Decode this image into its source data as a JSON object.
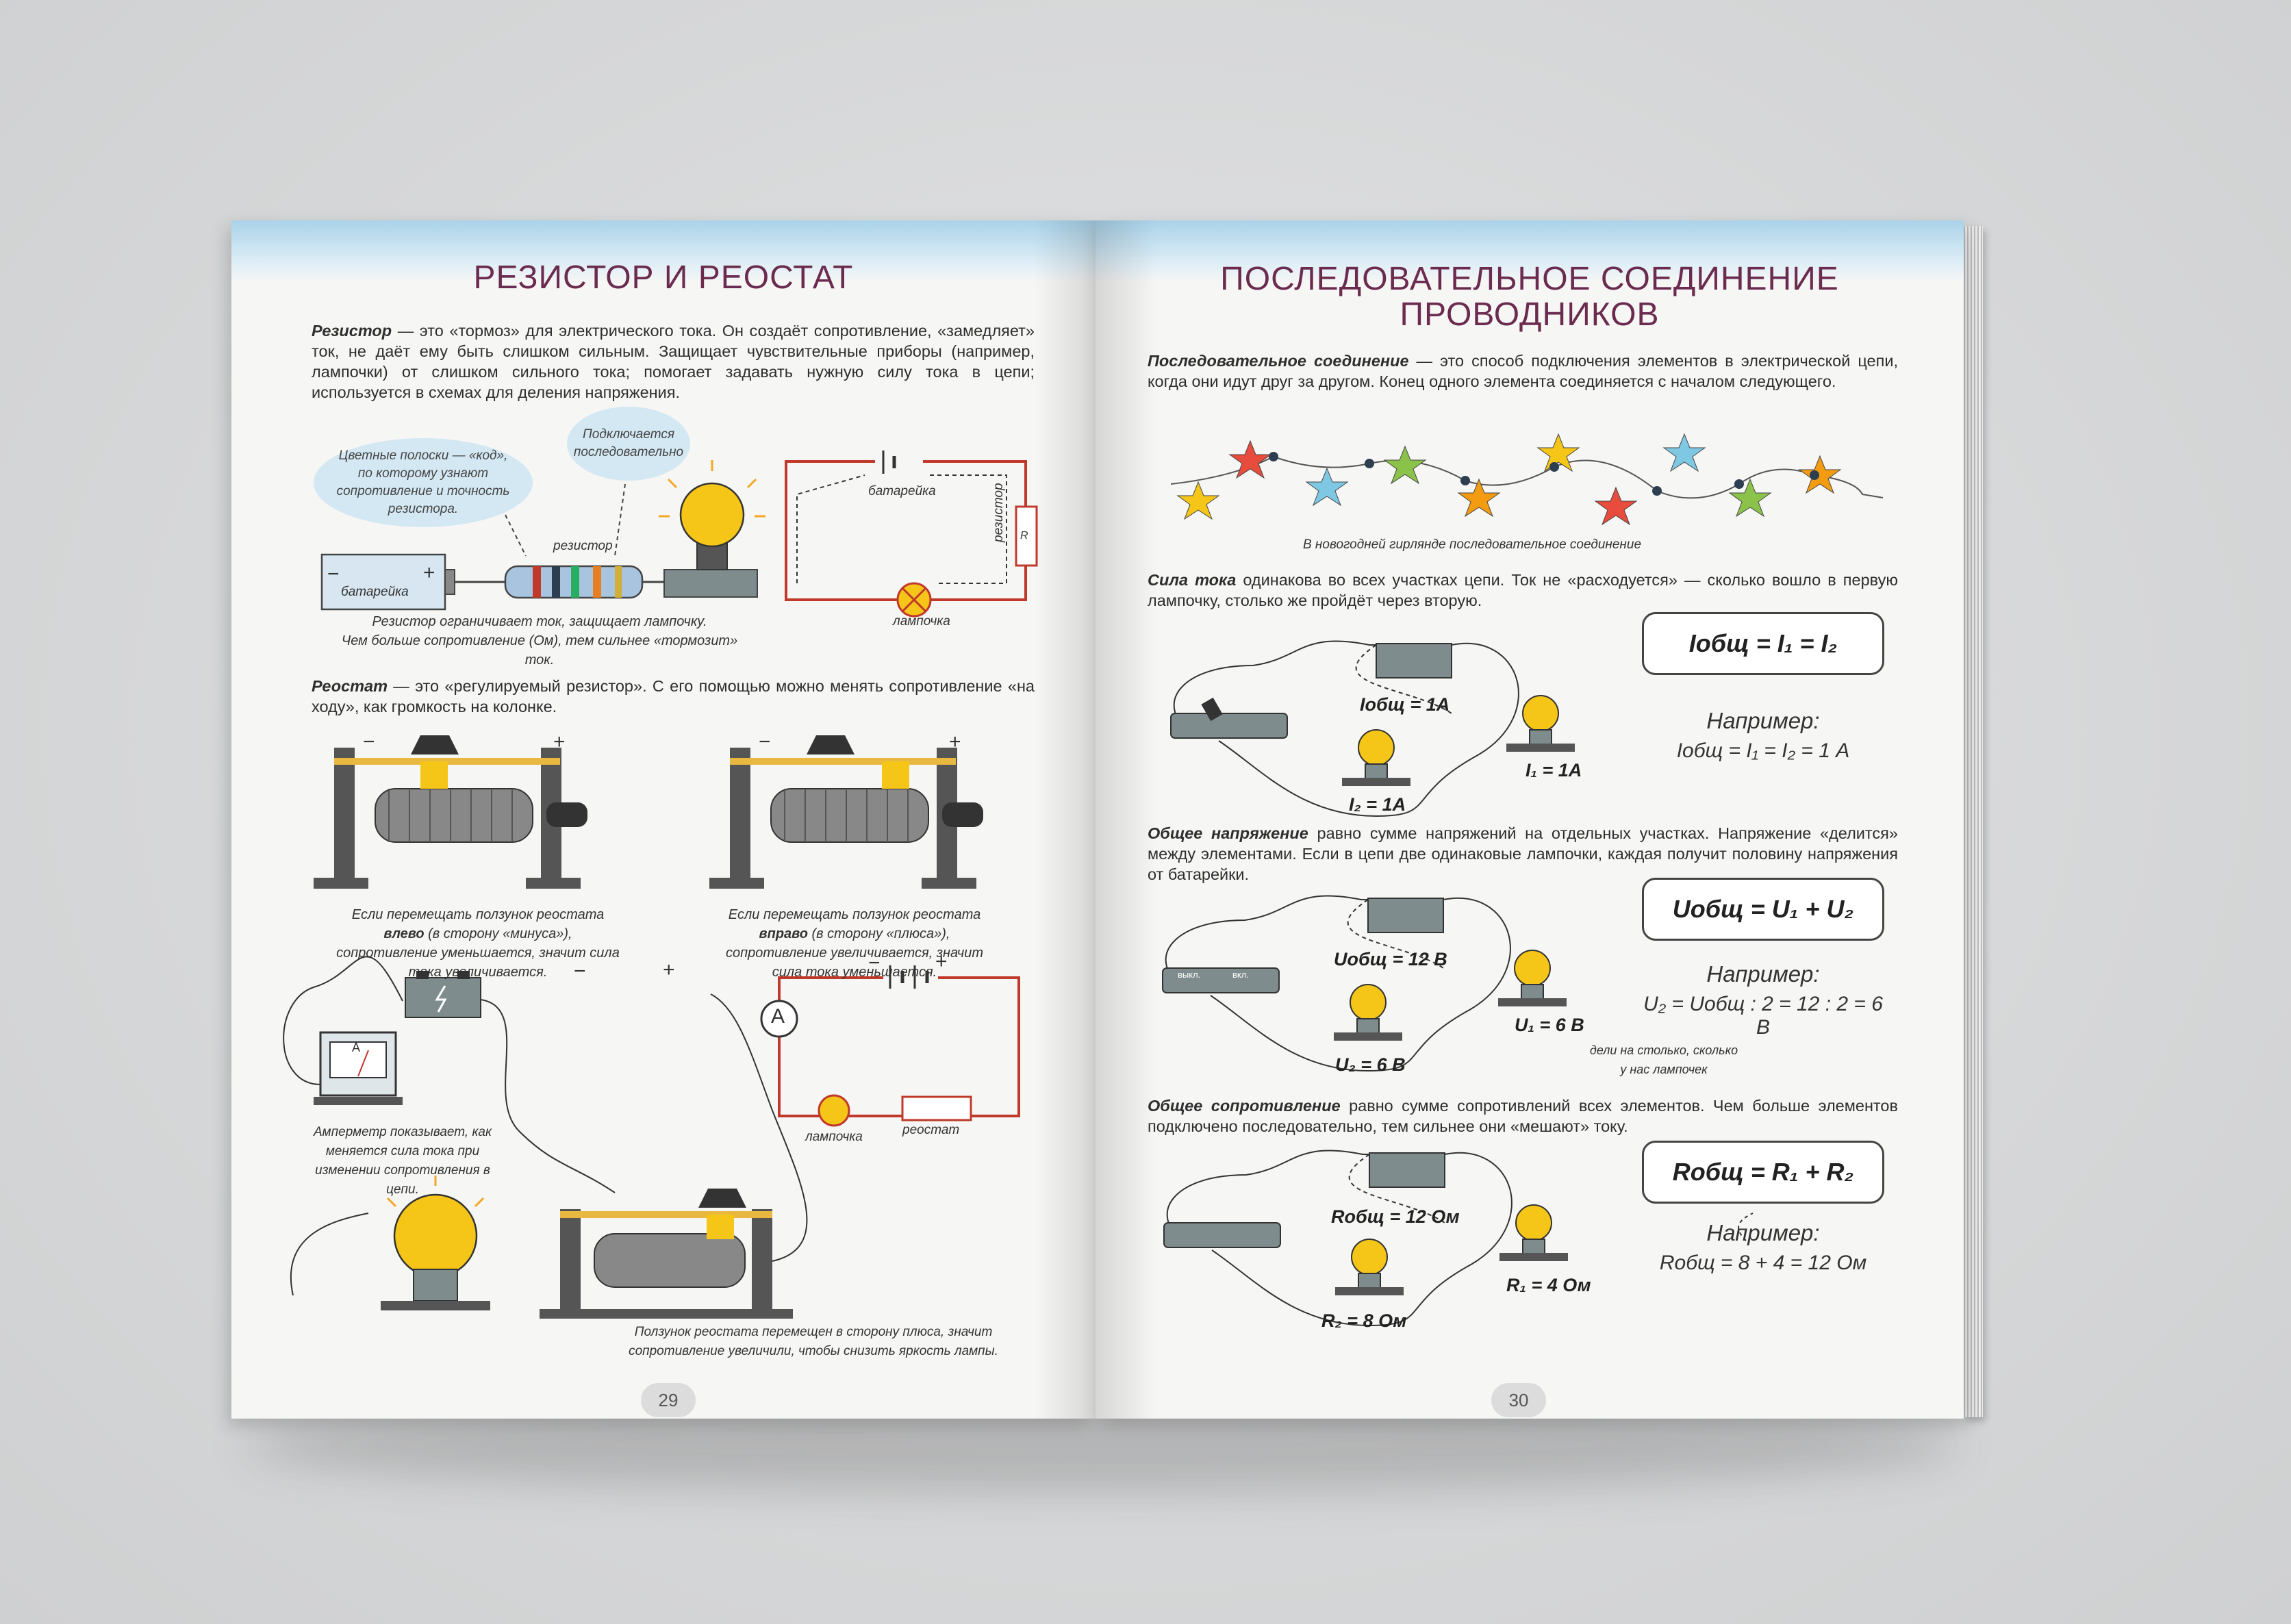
{
  "left_page": {
    "title": "РЕЗИСТОР И РЕОСТАТ",
    "resistor_term": "Резистор",
    "resistor_text": " — это «тормоз» для электрического тока. Он создаёт сопротивление, «замедляет» ток, не даёт ему быть слишком сильным. Защищает чувствительные приборы (например, лампочки) от слишком сильного тока; помогает задавать нужную силу тока в цепи; используется в схемах для деления напряжения.",
    "bubble_code": "Цветные полоски — «код», по которому узнают сопротивление и точность резистора.",
    "bubble_series": "Подключается последовательно",
    "label_battery": "батарейка",
    "label_resistor": "резистор",
    "label_battery2": "батарейка",
    "label_resistor2": "резистор",
    "label_r": "R",
    "label_lamp": "лампочка",
    "resistor_caption_1": "Резистор ограничивает ток, защищает лампочку.",
    "resistor_caption_2": "Чем больше сопротивление (Ом), тем сильнее «тормозит» ток.",
    "rheostat_term": "Реостат",
    "rheostat_text": " — это «регулируемый резистор». С его помощью можно менять сопротивление «на ходу», как громкость на колонке.",
    "caption_left_1": "Если перемещать ползунок реостата ",
    "caption_left_bold": "влево",
    "caption_left_2": " (в сторону «минуса»), сопротивление уменьшается, значит сила тока увеличивается.",
    "caption_right_1": "Если перемещать ползунок реостата ",
    "caption_right_bold": "вправо",
    "caption_right_2": " (в сторону «плюса»), сопротивление увеличивается, значит сила тока уменьшается.",
    "ammeter_caption": "Амперметр показывает, как меняется сила тока при изменении сопротивления в цепи.",
    "label_lamp2": "лампочка",
    "label_rheostat": "реостат",
    "ammeter_letter": "A",
    "slider_caption": "Ползунок реостата перемещен в сторону плюса, значит сопротивление увеличили, чтобы снизить яркость лампы.",
    "minus": "−",
    "plus": "+",
    "page_number": "29"
  },
  "right_page": {
    "title_line1": "ПОСЛЕДОВАТЕЛЬНОЕ СОЕДИНЕНИЕ",
    "title_line2": "ПРОВОДНИКОВ",
    "intro_term": "Последовательное соединение",
    "intro_text": " — это способ подключения элементов в электрической цепи, когда они идут друг за другом. Конец одного элемента соединяется с началом следующего.",
    "garland_caption": "В новогодней гирлянде последовательное соединение",
    "current_term": "Сила тока",
    "current_text": " одинакова во всех участках цепи. Ток не «расходуется» — сколько вошло в первую лампочку, столько же пройдёт через вторую.",
    "formula_current": "Iобщ = I₁ = I₂",
    "example_label": "Например:",
    "example_current": "Iобщ = I₁ = I₂ = 1 А",
    "current_total": "Iобщ = 1А",
    "current_i1": "I₁ = 1А",
    "current_i2": "I₂ = 1А",
    "voltage_term": "Общее напряжение",
    "voltage_text": " равно сумме напряжений на отдельных участках. Напряжение «делится» между элементами. Если в цепи две одинаковые лампочки, каждая получит половину напряжения от батарейки.",
    "formula_voltage": "Uобщ = U₁ + U₂",
    "example_voltage": "U₂ = Uобщ : 2 = 12 : 2 = 6 В",
    "voltage_total": "Uобщ = 12 В",
    "voltage_u1": "U₁ = 6 В",
    "voltage_u2": "U₂ = 6 В",
    "divide_note": "дели на столько, сколько у нас лампочек",
    "resistance_term": "Общее сопротивление",
    "resistance_text": " равно сумме сопротивлений всех элементов. Чем больше элементов подключено последовательно, тем сильнее они «мешают» току.",
    "formula_resistance": "Rобщ = R₁ + R₂",
    "example_resistance": "Rобщ = 8 + 4 = 12 Ом",
    "resistance_total": "Rобщ = 12 Ом",
    "resistance_r1": "R₁ = 4 Ом",
    "resistance_r2": "R₂ = 8 Ом",
    "switch_off": "выкл.",
    "switch_on": "вкл.",
    "page_number": "30"
  },
  "colors": {
    "title": "#6b2b4f",
    "bulb": "#f5c518",
    "circuit_red": "#c0392b",
    "bubble": "#d4e8f3",
    "sky": "#a9d3ea"
  }
}
